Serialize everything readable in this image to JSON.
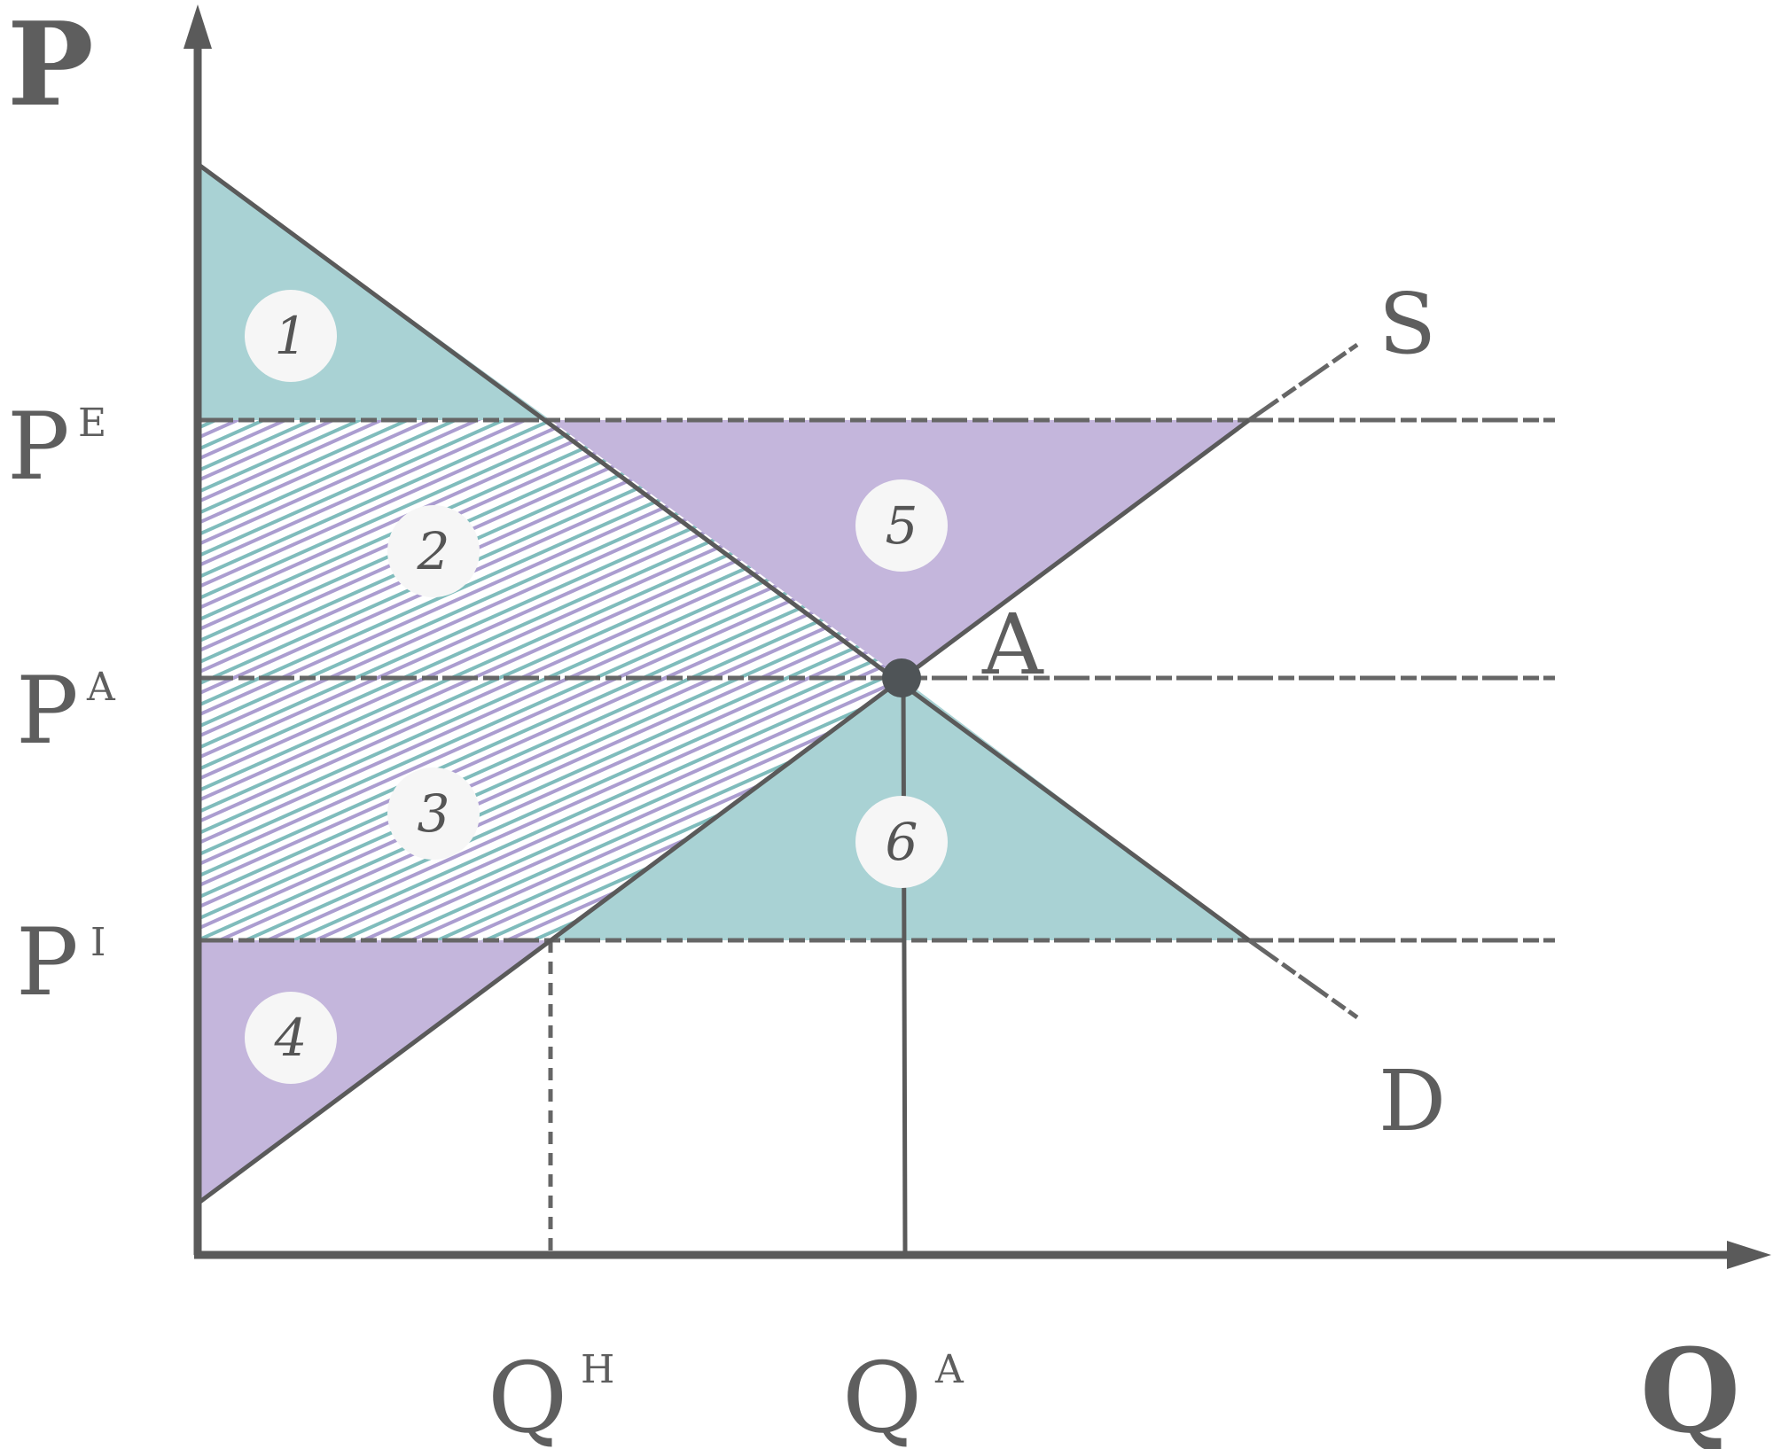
{
  "axes": {
    "y_label": "P",
    "x_label": "Q"
  },
  "price_levels": {
    "pe": {
      "main": "P",
      "sup": "E"
    },
    "pa": {
      "main": "P",
      "sup": "A"
    },
    "pi": {
      "main": "P",
      "sup": "I"
    }
  },
  "quantity_levels": {
    "qh": {
      "main": "Q",
      "sup": "H"
    },
    "qa": {
      "main": "Q",
      "sup": "A"
    }
  },
  "curves": {
    "supply": "S",
    "demand": "D"
  },
  "point": {
    "label": "A"
  },
  "regions": [
    "1",
    "2",
    "3",
    "4",
    "5",
    "6"
  ],
  "colors": {
    "teal": "#a9d2d4",
    "purple": "#c4b6dc",
    "line": "#5a5a5a",
    "point": "#4f5457"
  }
}
